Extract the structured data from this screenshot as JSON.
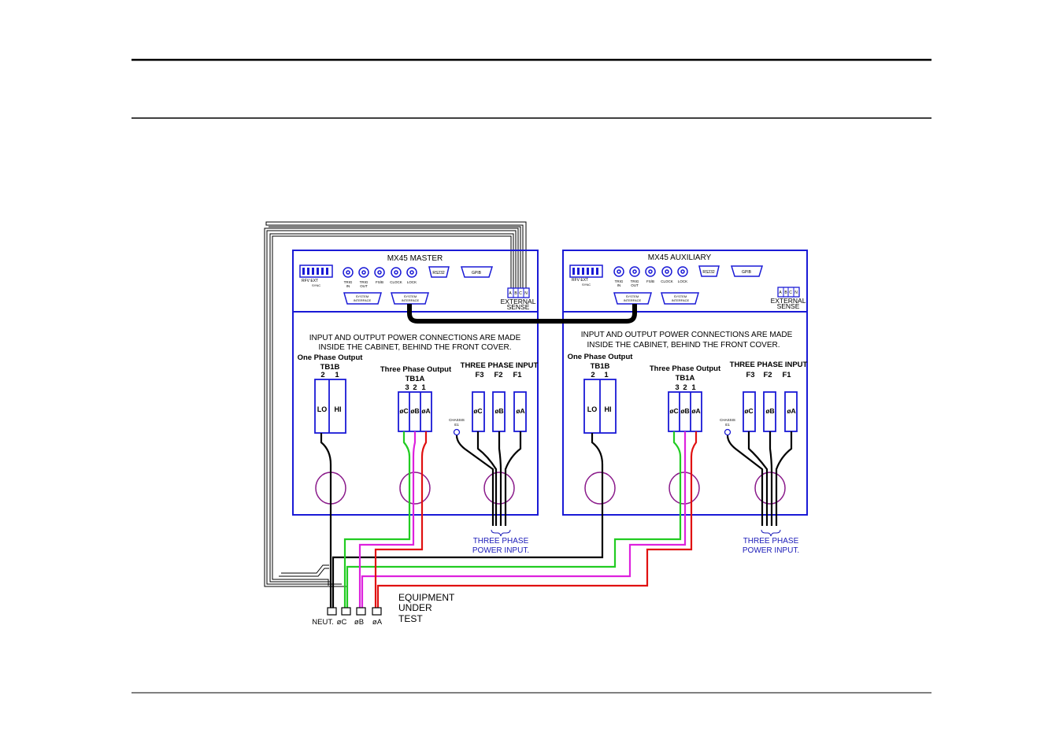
{
  "colors": {
    "panel_border": "#1a1ad6",
    "wire_green": "#22cc22",
    "wire_magenta": "#dd22dd",
    "wire_red": "#e01010",
    "wire_black": "#000000",
    "ct_ring": "#8a1a8a",
    "label_blue": "#1a1ab8"
  },
  "master": {
    "title": "MX45 MASTER",
    "rfv_ext_sync": "RFV EXT\nSYNC",
    "connectors": [
      "TRIG IN",
      "TRIG OUT",
      "FS/B",
      "CLOCK",
      "LOCK"
    ],
    "rs232": "RS232",
    "gpib": "GPIB",
    "sense_terms": [
      "A",
      "B",
      "C",
      "N"
    ],
    "external_sense": [
      "EXTERNAL",
      "SENSE"
    ],
    "system_interface_1": "SYSTEM\nINTERFACE",
    "system_interface_2": "SYSTEM\nINTERFACE",
    "note": [
      "INPUT AND OUTPUT POWER CONNECTIONS ARE MADE",
      "INSIDE THE CABINET, BEHIND THE FRONT COVER."
    ],
    "one_phase_title": "One Phase Output",
    "tb1b": "TB1B",
    "tb1b_nums": [
      "2",
      "1"
    ],
    "tb1b_terms": [
      "LO",
      "HI"
    ],
    "three_phase_out_title": "Three Phase Output",
    "tb1a": "TB1A",
    "tb1a_nums": [
      "3",
      "2",
      "1"
    ],
    "tb1a_terms": [
      "øC",
      "øB",
      "øA"
    ],
    "three_phase_in_title": "THREE PHASE INPUT",
    "input_nums": [
      "F3",
      "F2",
      "F1"
    ],
    "input_terms": [
      "øC",
      "øB",
      "øA"
    ],
    "chassis": "CHASSIS\nE1",
    "power_input": [
      "THREE PHASE",
      "POWER INPUT."
    ]
  },
  "auxiliary": {
    "title": "MX45 AUXILIARY",
    "rfv_ext_sync": "RFV EXT\nSYNC",
    "connectors": [
      "TRIG IN",
      "TRIG OUT",
      "FS/B",
      "CLOCK",
      "LOCK"
    ],
    "rs232": "RS232",
    "gpib": "GPIB",
    "sense_terms": [
      "A",
      "B",
      "C",
      "N"
    ],
    "external_sense": [
      "EXTERNAL",
      "SENSE"
    ],
    "system_interface_1": "SYSTEM\nINTERFACE",
    "system_interface_2": "SYSTEM\nINTERFACE",
    "note": [
      "INPUT AND OUTPUT POWER CONNECTIONS ARE MADE",
      "INSIDE THE CABINET, BEHIND THE FRONT COVER."
    ],
    "one_phase_title": "One Phase Output",
    "tb1b": "TB1B",
    "tb1b_nums": [
      "2",
      "1"
    ],
    "tb1b_terms": [
      "LO",
      "HI"
    ],
    "three_phase_out_title": "Three Phase Output",
    "tb1a": "TB1A",
    "tb1a_nums": [
      "3",
      "2",
      "1"
    ],
    "tb1a_terms": [
      "øC",
      "øB",
      "øA"
    ],
    "three_phase_in_title": "THREE PHASE INPUT",
    "input_nums": [
      "F3",
      "F2",
      "F1"
    ],
    "input_terms": [
      "øC",
      "øB",
      "øA"
    ],
    "chassis": "CHASSIS\nE1",
    "power_input": [
      "THREE PHASE",
      "POWER INPUT."
    ]
  },
  "eut": {
    "label": [
      "EQUIPMENT",
      "UNDER",
      "TEST"
    ],
    "terminals": [
      "NEUT.",
      "øC",
      "øB",
      "øA"
    ]
  }
}
